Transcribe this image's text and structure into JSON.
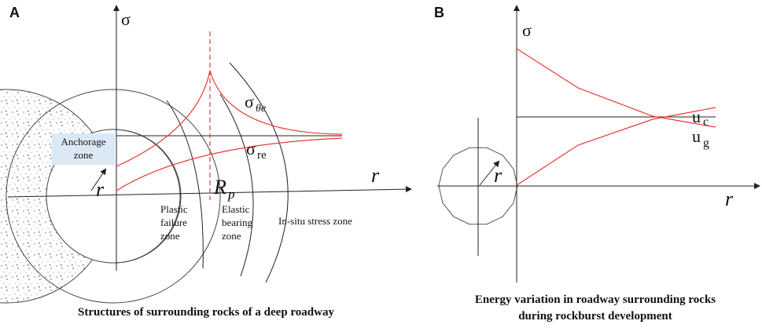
{
  "panel_a": {
    "letter": "A",
    "sigma_label": "σ",
    "r_axis_label": "r",
    "small_r_label": "r",
    "rp_main": "R",
    "rp_sub": "p",
    "sigma_theta_main": "σ",
    "sigma_theta_sub": "θe",
    "sigma_r_main": "σ",
    "sigma_r_sub": "re",
    "anchorage_line1": "Anchorage",
    "anchorage_line2": "zone",
    "plastic_line1": "Plastic",
    "plastic_line2": "failure",
    "plastic_line3": "zone",
    "elastic_line1": "Elastic",
    "elastic_line2": "bearing",
    "elastic_line3": "zone",
    "insitu": "In-situ stress zone",
    "caption": "Structures of surrounding rocks of a deep roadway"
  },
  "panel_b": {
    "letter": "B",
    "sigma_label": "σ",
    "r_axis_label": "r",
    "small_r_label": "r",
    "uc_main": "u",
    "uc_sub": "c",
    "ug_main": "u",
    "ug_sub": "g",
    "caption_line1": "Energy variation in roadway surrounding rocks",
    "caption_line2": "during rockburst development"
  },
  "colors": {
    "curve": "#e53935",
    "anchorage_fill": "#dbe9f6",
    "axis": "#222222"
  }
}
